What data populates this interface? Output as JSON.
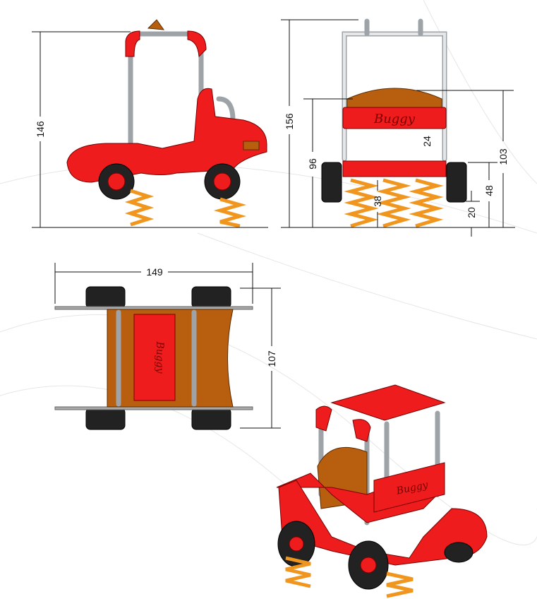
{
  "title": "Buggy spring rider technical drawing",
  "brand_text": "Buggy",
  "side_view": {
    "height_label": "146"
  },
  "front_view": {
    "total_height_label": "156",
    "seat_height_label": "96",
    "panel_label": "24",
    "top_bar_label": "103",
    "spring_label": "38",
    "axle_label": "48",
    "ground_clearance_label": "20"
  },
  "top_view": {
    "length_label": "149",
    "width_label": "107"
  },
  "colors": {
    "body": "#ee1c1c",
    "wood": "#b85f0f",
    "spring": "#f0961e",
    "tire": "#222222",
    "frame": "#9ea3a8"
  }
}
